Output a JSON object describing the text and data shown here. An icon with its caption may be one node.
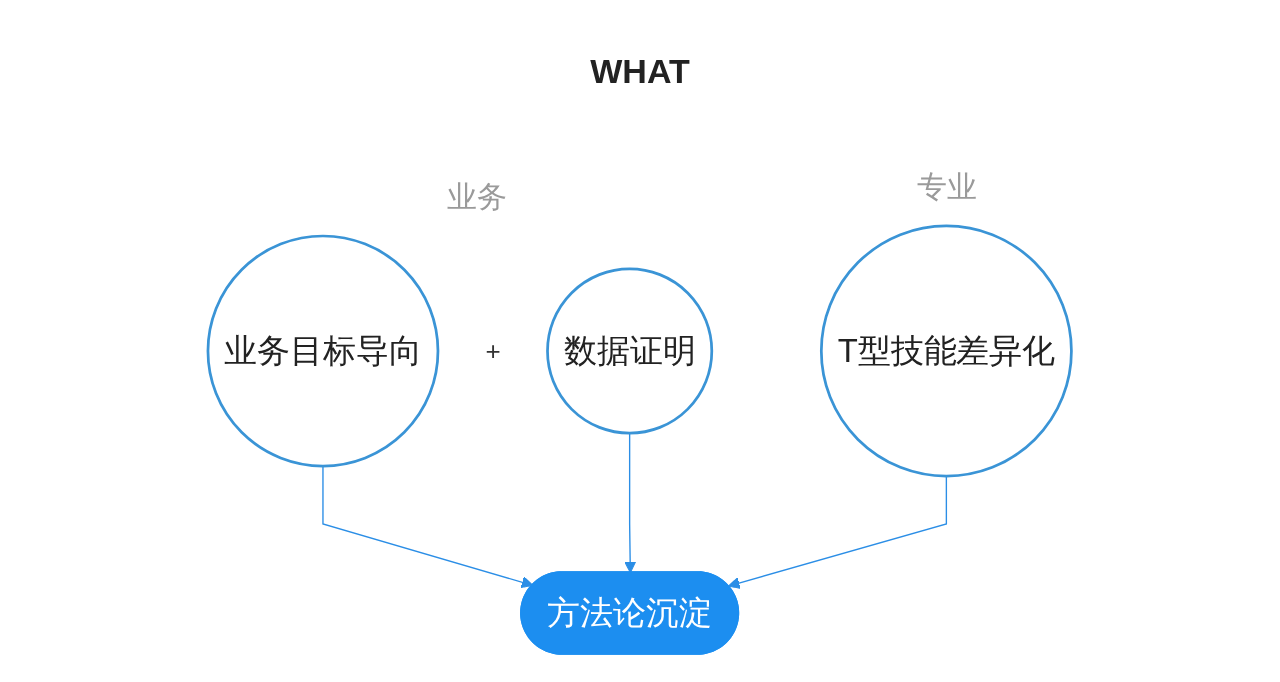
{
  "diagram": {
    "title": "WHAT",
    "nodes": [
      {
        "text": [
          "业务目标导向"
        ]
      },
      {
        "text": [
          "数据证明"
        ]
      },
      {
        "text": [
          "T型技能差异化"
        ]
      },
      {
        "text": [
          "方法论沉淀"
        ]
      }
    ],
    "edges": [
      {
        "from": 0,
        "to": 3,
        "arrow": "to"
      },
      {
        "from": 1,
        "to": 3,
        "arrow": "to"
      },
      {
        "from": 2,
        "to": 3,
        "arrow": "to"
      }
    ],
    "labels": [
      "业务",
      "专业",
      "+"
    ]
  }
}
